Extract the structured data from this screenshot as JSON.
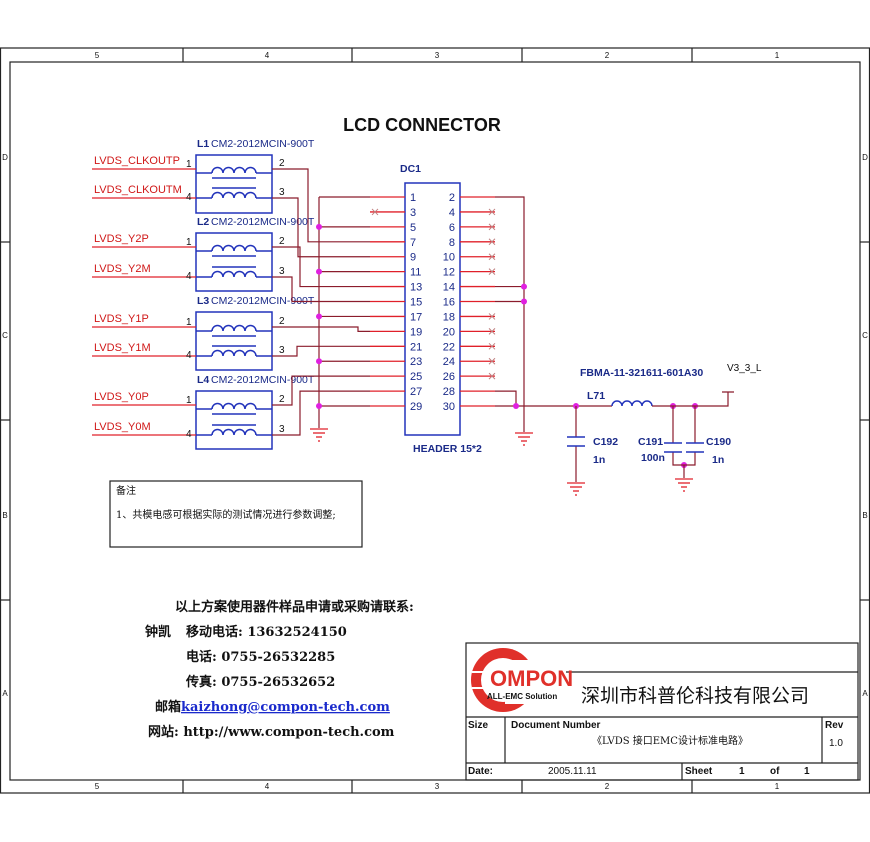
{
  "title": "LCD CONNECTOR",
  "border": {
    "columns": [
      "5",
      "4",
      "3",
      "2",
      "1"
    ],
    "rows": [
      "D",
      "C",
      "B",
      "A"
    ]
  },
  "inductors": [
    {
      "ref": "L1",
      "part": "CM2-2012MCIN-900T",
      "in_p": "LVDS_CLKOUTP",
      "in_m": "LVDS_CLKOUTM"
    },
    {
      "ref": "L2",
      "part": "CM2-2012MCIN-900T",
      "in_p": "LVDS_Y2P",
      "in_m": "LVDS_Y2M"
    },
    {
      "ref": "L3",
      "part": "CM2-2012MCIN-900T",
      "in_p": "LVDS_Y1P",
      "in_m": "LVDS_Y1M"
    },
    {
      "ref": "L4",
      "part": "CM2-2012MCIN-900T",
      "in_p": "LVDS_Y0P",
      "in_m": "LVDS_Y0M"
    }
  ],
  "inductor_pins": [
    "1",
    "4",
    "2",
    "3"
  ],
  "connector": {
    "ref": "DC1",
    "name": "HEADER 15*2",
    "left_pins": [
      "1",
      "3",
      "5",
      "7",
      "9",
      "11",
      "13",
      "15",
      "17",
      "19",
      "21",
      "23",
      "25",
      "27",
      "29"
    ],
    "right_pins": [
      "2",
      "4",
      "6",
      "8",
      "10",
      "12",
      "14",
      "16",
      "18",
      "20",
      "22",
      "24",
      "26",
      "28",
      "30"
    ]
  },
  "filter": {
    "bead_part": "FBMA-11-321611-601A30",
    "bead_ref": "L71",
    "power_net": "V3_3_L",
    "caps": [
      {
        "ref": "C192",
        "value": "1n"
      },
      {
        "ref": "C191",
        "value": "100n"
      },
      {
        "ref": "C190",
        "value": "1n"
      }
    ]
  },
  "notes": {
    "heading": "备注",
    "items": [
      "1、共模电感可根据实际的测试情况进行参数调整;"
    ]
  },
  "contact": {
    "intro": "以上方案使用器件样品申请或采购请联系:",
    "name": "钟凯",
    "mobile": "移动电话: 13632524150",
    "phone": "电话: 0755-26532285",
    "fax": "传真: 0755-26532652",
    "email_label": "邮箱",
    "email": "kaizhong@compon-tech.com",
    "website": "网站: http://www.compon-tech.com"
  },
  "title_block": {
    "logo": "OMPON",
    "logo_sub": "ALL-EMC Solution",
    "company": "深圳市科普伦科技有限公司",
    "size_label": "Size",
    "doc_label": "Document Number",
    "doc_number": "《LVDS 接口EMC设计标准电路》",
    "rev_label": "Rev",
    "rev": "1.0",
    "date_label": "Date:",
    "date": "2005.11.11",
    "sheet_label": "Sheet",
    "sheet": "1",
    "of_label": "of",
    "of": "1"
  },
  "colors": {
    "wire": "#8b1c2c",
    "pin": "#e0202a",
    "component": "#2233bb",
    "junction": "#e020e0"
  }
}
